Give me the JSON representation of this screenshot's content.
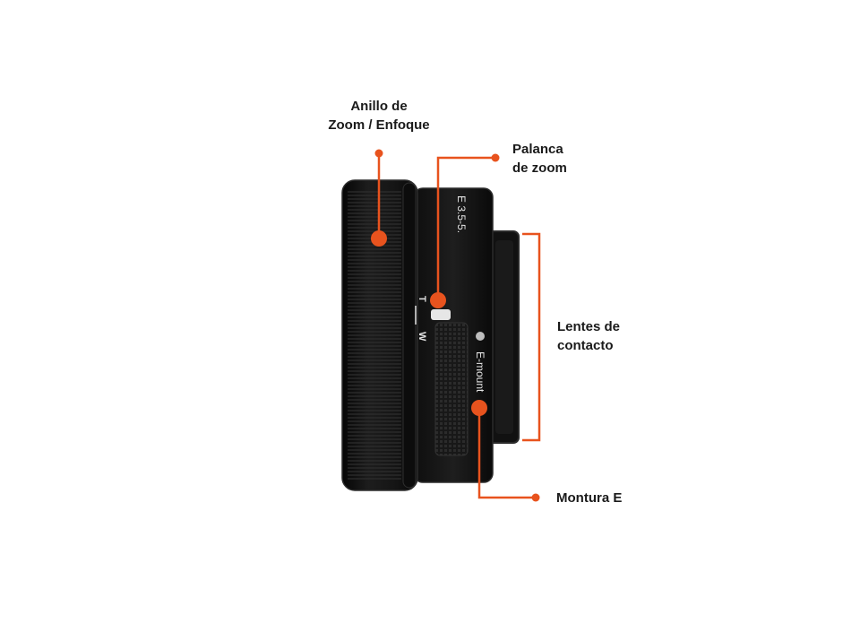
{
  "colors": {
    "accent": "#e8531e",
    "lens_body": "#1b1b1b",
    "lens_dark": "#0b0b0b",
    "lens_edge": "#333333",
    "marking": "#e6e6e6"
  },
  "lens_markings": {
    "focal_text": "E 3.5-5.",
    "wide": "W",
    "tele": "T",
    "mount_text": "E-mount"
  },
  "callouts": {
    "ring": {
      "line1": "Anillo de",
      "line2": "Zoom / Enfoque"
    },
    "lever": {
      "line1": "Palanca",
      "line2": "de zoom"
    },
    "contacts": {
      "line1": "Lentes de",
      "line2": "contacto"
    },
    "mount": {
      "line1": "Montura E"
    }
  }
}
